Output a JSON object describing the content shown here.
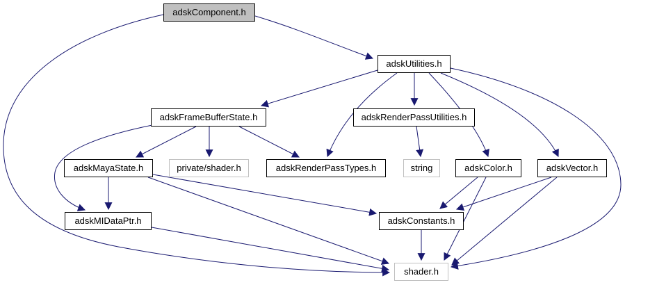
{
  "graph": {
    "type": "include-dependency-graph",
    "colors": {
      "edge": "#191970",
      "node_border": "#000000",
      "external_border": "#c0c0c0",
      "root_fill": "#c0c0c0",
      "node_fill": "#ffffff",
      "background": "#ffffff"
    },
    "nodes": [
      {
        "id": "adskComponent.h",
        "label": "adskComponent.h",
        "kind": "root"
      },
      {
        "id": "adskUtilities.h",
        "label": "adskUtilities.h",
        "kind": "internal"
      },
      {
        "id": "adskFrameBufferState.h",
        "label": "adskFrameBufferState.h",
        "kind": "internal"
      },
      {
        "id": "adskRenderPassUtilities.h",
        "label": "adskRenderPassUtilities.h",
        "kind": "internal"
      },
      {
        "id": "adskMayaState.h",
        "label": "adskMayaState.h",
        "kind": "internal"
      },
      {
        "id": "private/shader.h",
        "label": "private/shader.h",
        "kind": "external"
      },
      {
        "id": "adskRenderPassTypes.h",
        "label": "adskRenderPassTypes.h",
        "kind": "internal"
      },
      {
        "id": "string",
        "label": "string",
        "kind": "external"
      },
      {
        "id": "adskColor.h",
        "label": "adskColor.h",
        "kind": "internal"
      },
      {
        "id": "adskVector.h",
        "label": "adskVector.h",
        "kind": "internal"
      },
      {
        "id": "adskMIDataPtr.h",
        "label": "adskMIDataPtr.h",
        "kind": "internal"
      },
      {
        "id": "adskConstants.h",
        "label": "adskConstants.h",
        "kind": "internal"
      },
      {
        "id": "shader.h",
        "label": "shader.h",
        "kind": "external"
      }
    ],
    "edges": [
      {
        "from": "adskComponent.h",
        "to": "adskUtilities.h"
      },
      {
        "from": "adskComponent.h",
        "to": "shader.h"
      },
      {
        "from": "adskUtilities.h",
        "to": "adskFrameBufferState.h"
      },
      {
        "from": "adskUtilities.h",
        "to": "adskRenderPassUtilities.h"
      },
      {
        "from": "adskUtilities.h",
        "to": "adskRenderPassTypes.h"
      },
      {
        "from": "adskUtilities.h",
        "to": "adskColor.h"
      },
      {
        "from": "adskUtilities.h",
        "to": "adskVector.h"
      },
      {
        "from": "adskUtilities.h",
        "to": "shader.h"
      },
      {
        "from": "adskFrameBufferState.h",
        "to": "adskMayaState.h"
      },
      {
        "from": "adskFrameBufferState.h",
        "to": "private/shader.h"
      },
      {
        "from": "adskFrameBufferState.h",
        "to": "adskRenderPassTypes.h"
      },
      {
        "from": "adskFrameBufferState.h",
        "to": "adskMIDataPtr.h"
      },
      {
        "from": "adskRenderPassUtilities.h",
        "to": "string"
      },
      {
        "from": "adskMayaState.h",
        "to": "adskMIDataPtr.h"
      },
      {
        "from": "adskMayaState.h",
        "to": "adskConstants.h"
      },
      {
        "from": "adskMayaState.h",
        "to": "shader.h"
      },
      {
        "from": "adskMIDataPtr.h",
        "to": "shader.h"
      },
      {
        "from": "adskColor.h",
        "to": "adskConstants.h"
      },
      {
        "from": "adskColor.h",
        "to": "shader.h"
      },
      {
        "from": "adskVector.h",
        "to": "adskConstants.h"
      },
      {
        "from": "adskVector.h",
        "to": "shader.h"
      },
      {
        "from": "adskConstants.h",
        "to": "shader.h"
      }
    ]
  }
}
